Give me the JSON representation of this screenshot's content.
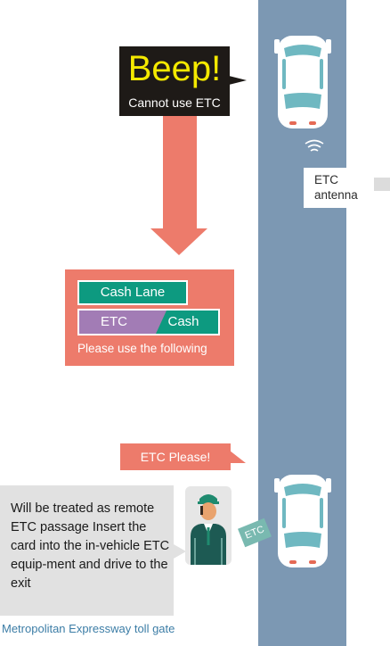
{
  "beep_sign": {
    "title": "Beep!",
    "subtitle": "Cannot use ETC"
  },
  "lane_sign": {
    "cash_lane": "Cash Lane",
    "etc_label": "ETC",
    "cash_label": "Cash",
    "caption": "Please use the following"
  },
  "antenna": {
    "line1": "ETC",
    "line2": "antenna"
  },
  "speech": {
    "etc_please": "ETC Please!"
  },
  "notice": {
    "text": "Will be treated as remote ETC passage Insert the card into the in-vehicle ETC equip-ment and drive to the exit"
  },
  "card": {
    "label": "ETC"
  },
  "footer": {
    "caption": "Metropolitan Expressway toll gate"
  },
  "colors": {
    "road": "#7c98b3",
    "salmon": "#ed7b6b",
    "teal": "#0d9a80",
    "purple": "#a27cb5",
    "beep_bg": "#1e1a17",
    "beep_text": "#f4e900",
    "footer_text": "#3c7da6"
  }
}
